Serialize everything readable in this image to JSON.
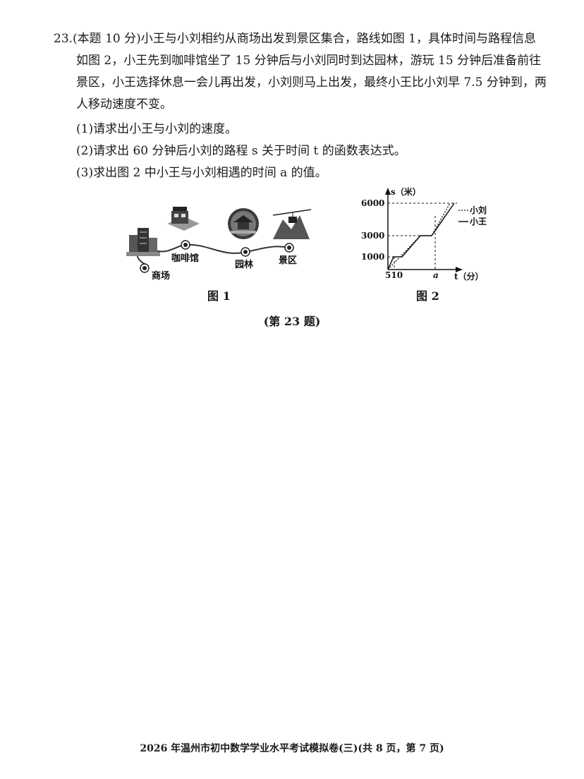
{
  "problem": {
    "number": "23.",
    "points": "(本题 10 分)",
    "line1": "小王与小刘相约从商场出发到景区集合，路线如图 1，具体时间与路程信息",
    "line2": "如图 2，小王先到咖啡馆坐了 15 分钟后与小刘同时到达园林，游玩 15 分钟后准备前往",
    "line3": "景区，小王选择休息一会儿再出发，小刘则马上出发，最终小王比小刘早 7.5 分钟到，两",
    "line4": "人移动速度不变。"
  },
  "questions": [
    "(1)请求出小王与小刘的速度。",
    "(2)请求出 60 分钟后小刘的路程 s 关于时间 t 的函数表达式。",
    "(3)求出图 2 中小王与小刘相遇的时间 a 的值。"
  ],
  "figure1": {
    "caption": "图 1",
    "labels": {
      "mall": "商场",
      "cafe": "咖啡馆",
      "garden": "园林",
      "scenic": "景区"
    }
  },
  "figure2": {
    "caption": "图 2",
    "y_axis_label": "s（米）",
    "x_axis_label": "t（分）",
    "y_ticks": [
      "6000",
      "3000",
      "1000"
    ],
    "x_tick_label": "510",
    "a_label": "a",
    "legend": {
      "liu": "小刘",
      "wang": "小王"
    }
  },
  "problem_caption": "(第 23 题)",
  "footer": "2026 年温州市初中数学学业水平考试模拟卷(三)(共 8 页，第 7 页)"
}
